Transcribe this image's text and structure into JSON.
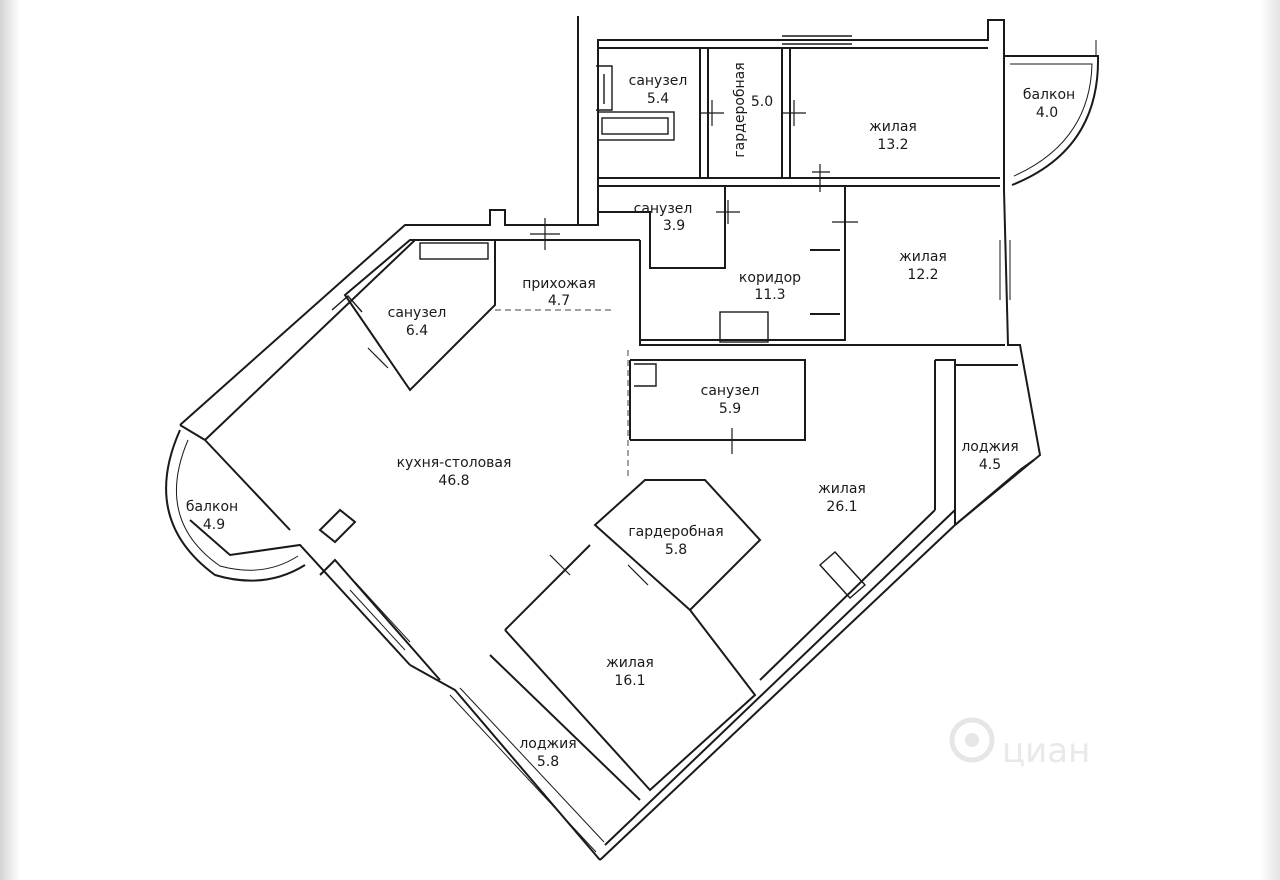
{
  "rooms": [
    {
      "id": "bath-top",
      "name": "санузел",
      "area": "5.4"
    },
    {
      "id": "wardrobe-top",
      "name": "гардеробная",
      "area": "5.0"
    },
    {
      "id": "living-132",
      "name": "жилая",
      "area": "13.2"
    },
    {
      "id": "balcony-40",
      "name": "балкон",
      "area": "4.0"
    },
    {
      "id": "bath-39",
      "name": "санузел",
      "area": "3.9"
    },
    {
      "id": "hall",
      "name": "прихожая",
      "area": "4.7"
    },
    {
      "id": "corridor",
      "name": "коридор",
      "area": "11.3"
    },
    {
      "id": "living-122",
      "name": "жилая",
      "area": "12.2"
    },
    {
      "id": "bath-64",
      "name": "санузел",
      "area": "6.4"
    },
    {
      "id": "bath-59",
      "name": "санузел",
      "area": "5.9"
    },
    {
      "id": "kitchen",
      "name": "кухня-столовая",
      "area": "46.8"
    },
    {
      "id": "loggia-45",
      "name": "лоджия",
      "area": "4.5"
    },
    {
      "id": "living-261",
      "name": "жилая",
      "area": "26.1"
    },
    {
      "id": "balcony-49",
      "name": "балкон",
      "area": "4.9"
    },
    {
      "id": "wardrobe-58",
      "name": "гардеробная",
      "area": "5.8"
    },
    {
      "id": "living-161",
      "name": "жилая",
      "area": "16.1"
    },
    {
      "id": "loggia-58",
      "name": "лоджия",
      "area": "5.8"
    }
  ],
  "watermark": {
    "text": "циан",
    "icon": "cian-logo-icon"
  }
}
